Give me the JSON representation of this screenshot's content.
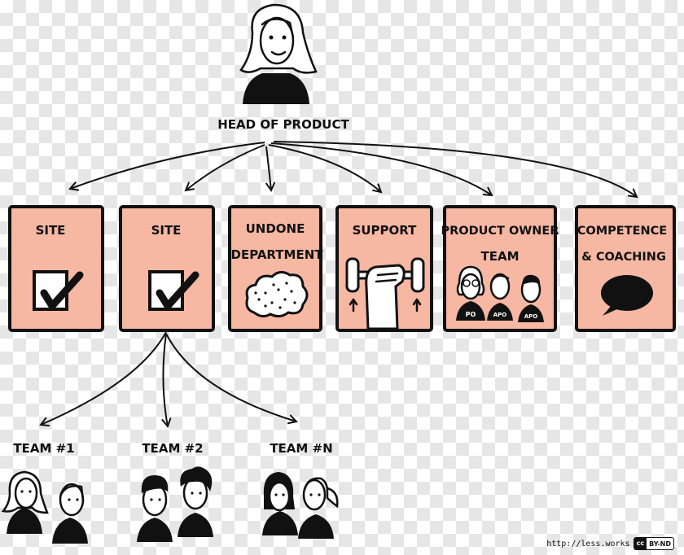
{
  "head": {
    "label": "HEAD OF PRODUCT"
  },
  "departments": [
    {
      "line1": "SITE",
      "line2": ""
    },
    {
      "line1": "SITE",
      "line2": ""
    },
    {
      "line1": "UNDONE",
      "line2": "DEPARTMENT"
    },
    {
      "line1": "SUPPORT",
      "line2": ""
    },
    {
      "line1": "PRODUCT OWNER",
      "line2": "TEAM"
    },
    {
      "line1": "COMPETENCE",
      "line2": "& COACHING"
    }
  ],
  "badges": {
    "po": "PO",
    "apo1": "APO",
    "apo2": "APO"
  },
  "teams": [
    {
      "label": "TEAM #1"
    },
    {
      "label": "TEAM #2"
    },
    {
      "label": "TEAM #N"
    }
  ],
  "credit": {
    "url": "http://less.works",
    "license": "BY-ND",
    "cc": "cc"
  },
  "icons": [
    "checkbox-icon",
    "cloud-icon",
    "dumbbell-icon",
    "speech-bubble-icon",
    "person-icon"
  ]
}
